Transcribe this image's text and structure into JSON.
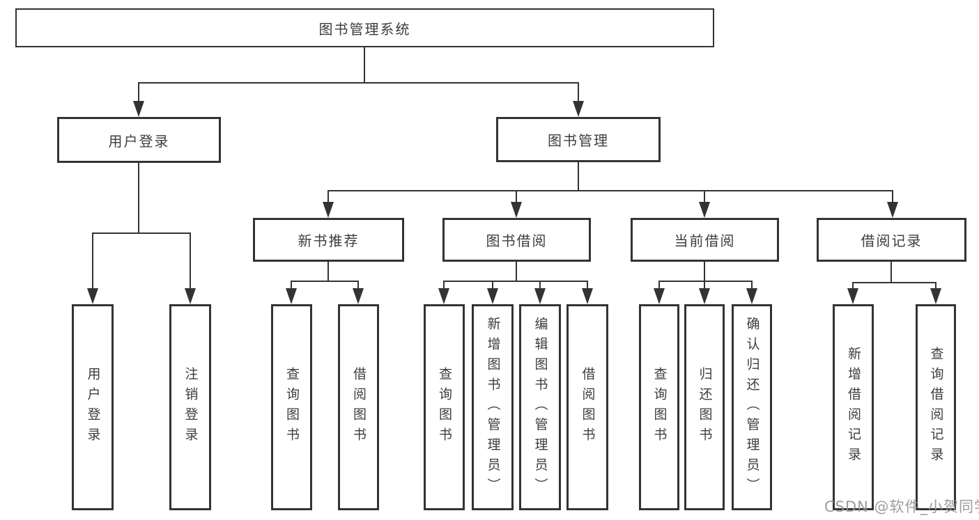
{
  "diagram_title": "图书管理系统",
  "colors": {
    "background": "#ffffff",
    "line": "#333333",
    "box_border": "#333333",
    "text": "#3d3d3d",
    "watermark": "#949494"
  },
  "tree": {
    "root": {
      "label": "图书管理系统"
    },
    "branches": [
      {
        "label": "用户登录",
        "children": [
          {
            "label": "用户登录"
          },
          {
            "label": "注销登录"
          }
        ]
      },
      {
        "label": "图书管理",
        "children": [
          {
            "label": "新书推荐",
            "children": [
              {
                "label": "查询图书"
              },
              {
                "label": "借阅图书"
              }
            ]
          },
          {
            "label": "图书借阅",
            "children": [
              {
                "label": "查询图书"
              },
              {
                "label": "新增图书（管理员）"
              },
              {
                "label": "编辑图书（管理员）"
              },
              {
                "label": "借阅图书"
              }
            ]
          },
          {
            "label": "当前借阅",
            "children": [
              {
                "label": "查询图书"
              },
              {
                "label": "归还图书"
              },
              {
                "label": "确认归还（管理员）"
              }
            ]
          },
          {
            "label": "借阅记录",
            "children": [
              {
                "label": "新增借阅记录"
              },
              {
                "label": "查询借阅记录"
              }
            ]
          }
        ]
      }
    ]
  },
  "watermark": {
    "text": "CSDN @软件_小贺同学"
  }
}
